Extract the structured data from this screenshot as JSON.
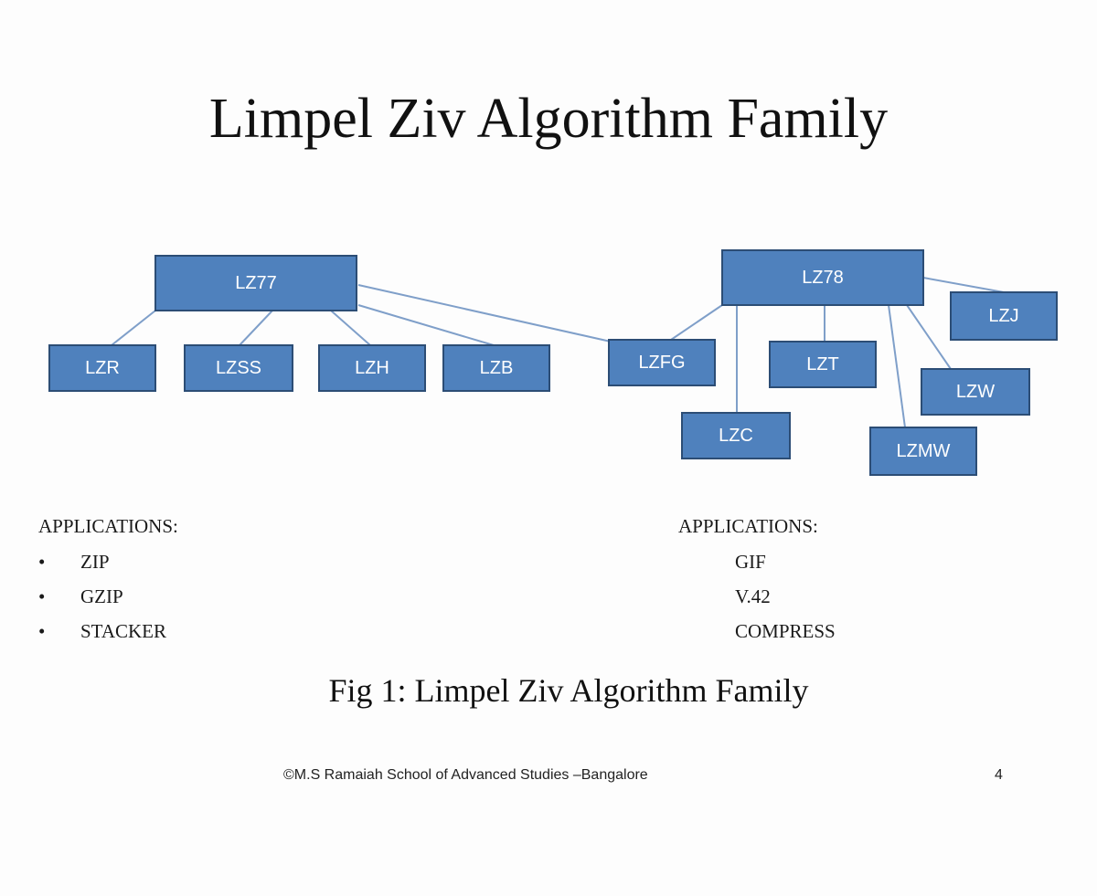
{
  "title": "Limpel Ziv Algorithm Family",
  "diagram": {
    "nodes": [
      {
        "id": "lz77",
        "label": "LZ77"
      },
      {
        "id": "lzr",
        "label": "LZR"
      },
      {
        "id": "lzss",
        "label": "LZSS"
      },
      {
        "id": "lzh",
        "label": "LZH"
      },
      {
        "id": "lzb",
        "label": "LZB"
      },
      {
        "id": "lz78",
        "label": "LZ78"
      },
      {
        "id": "lzj",
        "label": "LZJ"
      },
      {
        "id": "lzfg",
        "label": "LZFG"
      },
      {
        "id": "lzt",
        "label": "LZT"
      },
      {
        "id": "lzw",
        "label": "LZW"
      },
      {
        "id": "lzc",
        "label": "LZC"
      },
      {
        "id": "lzmw",
        "label": "LZMW"
      }
    ],
    "edges": [
      {
        "from": "lz77",
        "to": "lzr"
      },
      {
        "from": "lz77",
        "to": "lzss"
      },
      {
        "from": "lz77",
        "to": "lzh"
      },
      {
        "from": "lz77",
        "to": "lzb"
      },
      {
        "from": "lz77",
        "to": "lzfg"
      },
      {
        "from": "lz78",
        "to": "lzfg"
      },
      {
        "from": "lz78",
        "to": "lzc"
      },
      {
        "from": "lz78",
        "to": "lzt"
      },
      {
        "from": "lz78",
        "to": "lzmw"
      },
      {
        "from": "lz78",
        "to": "lzw"
      },
      {
        "from": "lz78",
        "to": "lzj"
      }
    ]
  },
  "applications_left": {
    "heading": "APPLICATIONS:",
    "bullet": "•",
    "items": [
      "ZIP",
      "GZIP",
      "STACKER"
    ]
  },
  "applications_right": {
    "heading": "APPLICATIONS:",
    "items": [
      "GIF",
      "V.42",
      "COMPRESS"
    ]
  },
  "caption": "Fig 1: Limpel Ziv Algorithm Family",
  "footer": "©M.S Ramaiah School of Advanced Studies –Bangalore",
  "page_number": "4",
  "colors": {
    "node_fill": "#4f81bd",
    "node_border": "#2c4d75",
    "edge": "#7f9fc9"
  }
}
